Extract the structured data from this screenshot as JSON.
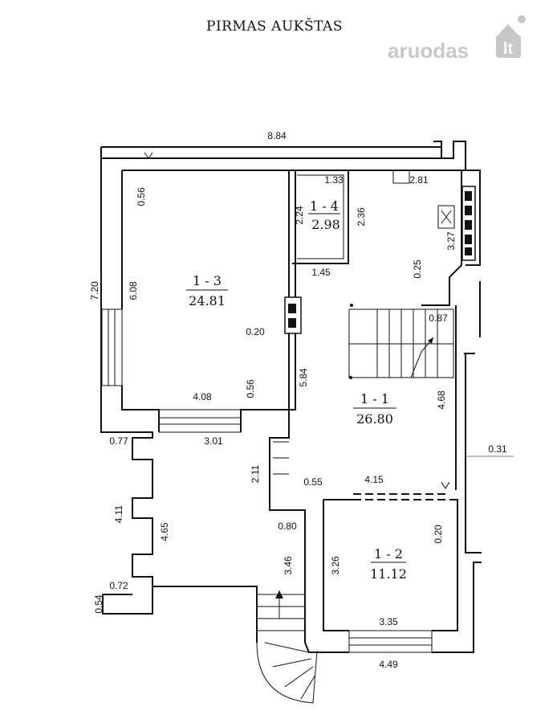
{
  "plan": {
    "title": "PIRMAS AUKŠTAS",
    "watermark": {
      "word": "aruodas",
      "tld": "lt",
      "color": "#c8c8c8"
    },
    "rooms": [
      {
        "id": "1 - 3",
        "area": "24.81"
      },
      {
        "id": "1 - 4",
        "area": "2.98"
      },
      {
        "id": "1 - 1",
        "area": "26.80"
      },
      {
        "id": "1 - 2",
        "area": "11.12"
      }
    ],
    "dimensions": {
      "top_width": "8.84",
      "room3_wall_offset": "0.56",
      "left_height": "7.20",
      "room3_height": "6.08",
      "partition": "0.20",
      "room3_width": "4.08",
      "room3_bottom_wall": "0.56",
      "hall_height": "5.84",
      "bath_width": "1.33",
      "bath_height": "2.24",
      "bath_depth": "2.36",
      "bath_bottom": "1.45",
      "kitchen_top": "2.81",
      "kitchen_side": "3.27",
      "corner_wall": "0.25",
      "stair_width": "0.87",
      "room1_height": "4.68",
      "right_gap": "0.31",
      "left_stub": "0.77",
      "porch_width": "3.01",
      "step_height": "2.11",
      "step_width": "0.55",
      "room1_width": "4.15",
      "left_total": "4.11",
      "porch_depth": "4.65",
      "entry_wall": "0.80",
      "room2_wall": "0.20",
      "stair_run": "3.46",
      "room2_height": "3.26",
      "bottom_stub": "0.72",
      "bottom_wall": "0.54",
      "room2_width": "3.35",
      "bottom_total": "4.49"
    }
  }
}
